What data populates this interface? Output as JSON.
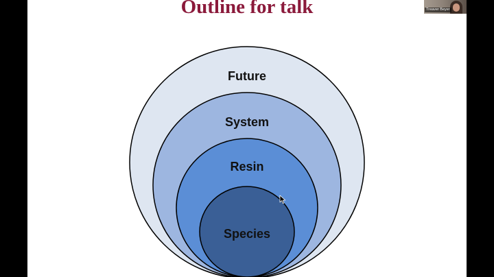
{
  "slide": {
    "title": "Outline for talk",
    "title_color": "#8b1a3b",
    "circles": [
      {
        "label": "Future",
        "fill": "#dee6f1"
      },
      {
        "label": "System",
        "fill": "#9db6e0"
      },
      {
        "label": "Resin",
        "fill": "#5b8ed6"
      },
      {
        "label": "Species",
        "fill": "#3a5f96"
      }
    ]
  },
  "webcam": {
    "participant_name": "Treaver Beyer"
  },
  "cursor": {
    "icon": "mouse-pointer-icon"
  }
}
